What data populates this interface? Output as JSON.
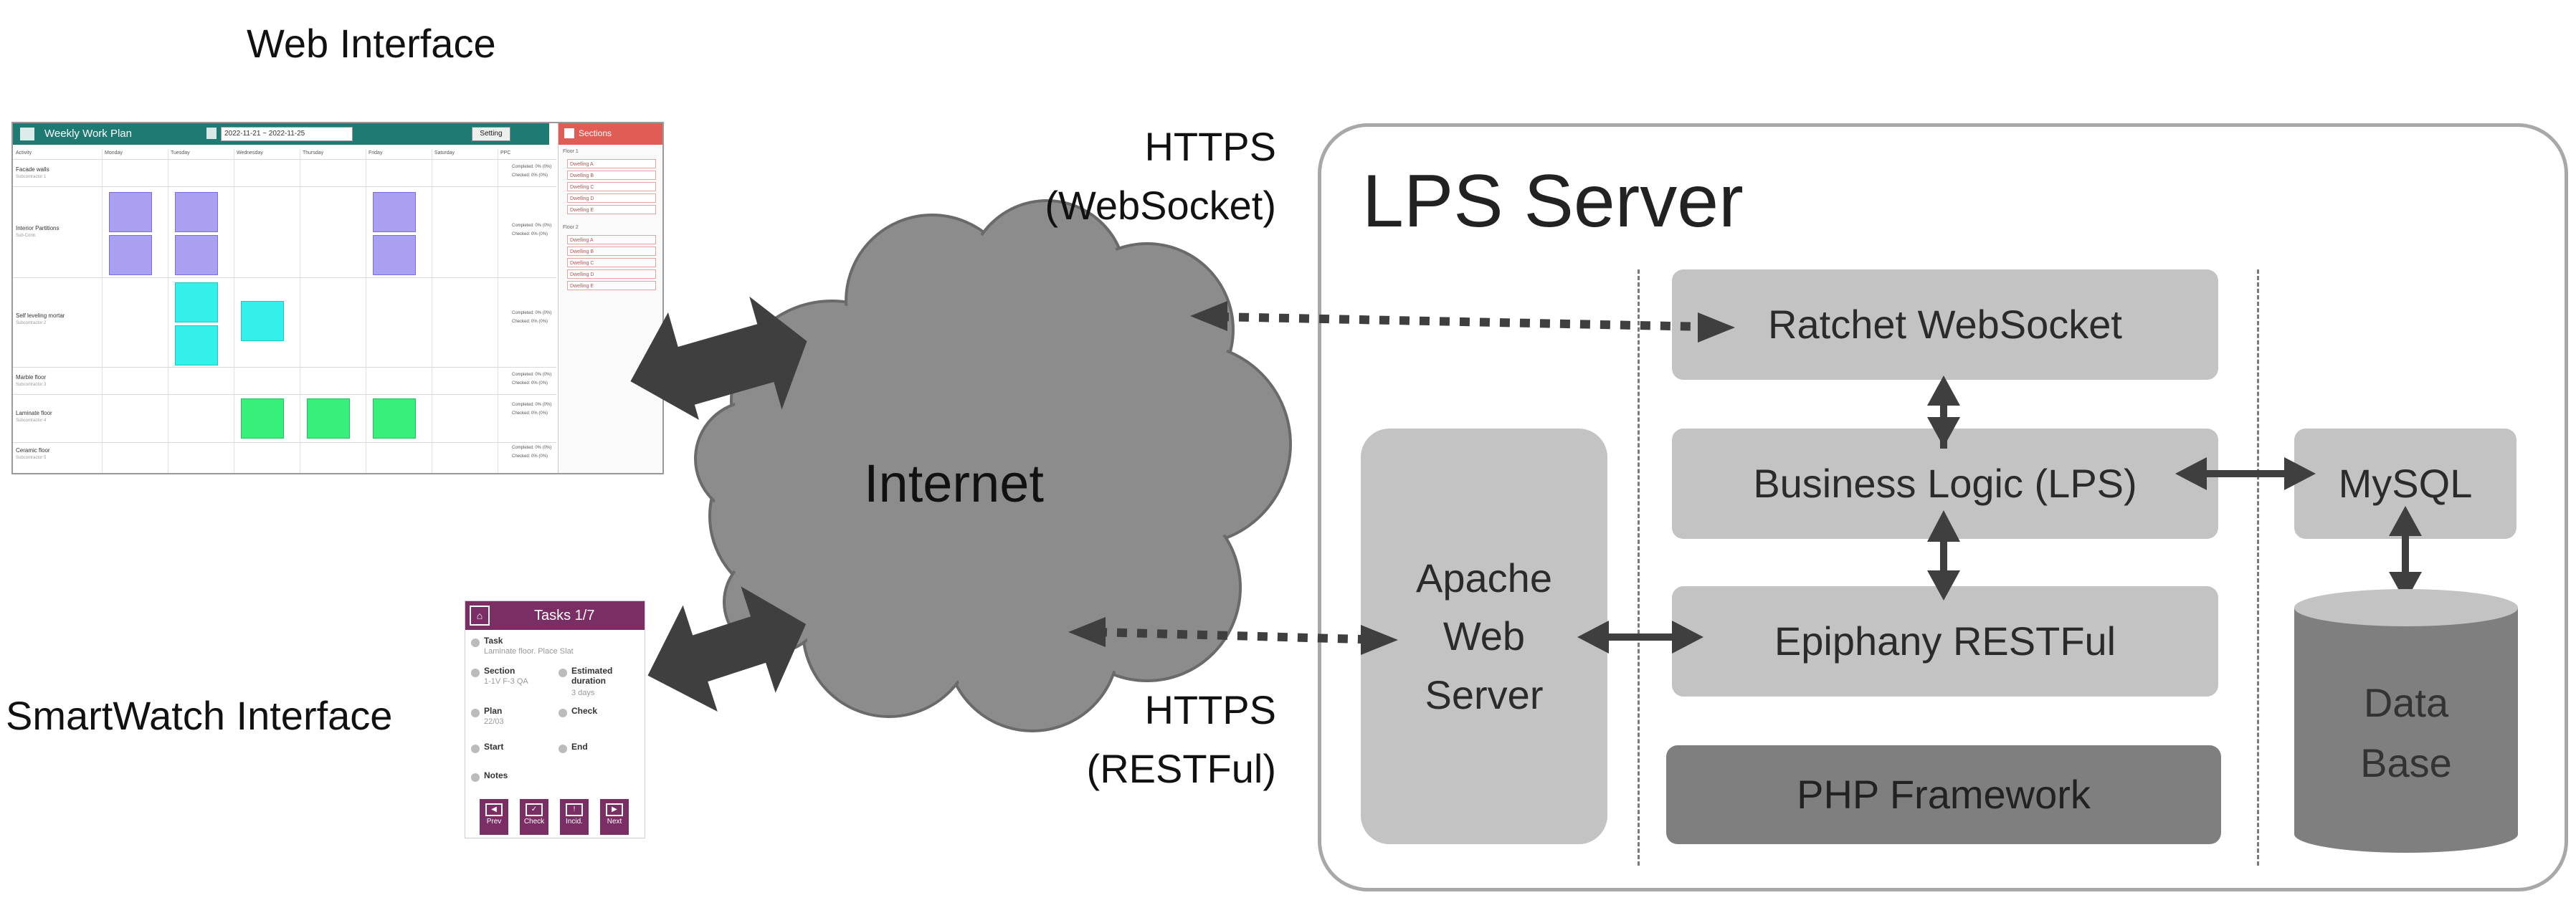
{
  "web_interface": {
    "caption": "Web Interface",
    "app_title": "Weekly Work Plan",
    "date_range": "2022-11-21 ~ 2022-11-25",
    "button_label": "Setting",
    "side_panel_title": "Sections",
    "columns": [
      "Activity",
      "Monday",
      "Tuesday",
      "Wednesday",
      "Thursday",
      "Friday",
      "Saturday",
      "PPC"
    ],
    "rows": [
      {
        "name": "Facade walls",
        "sub": "Subcontractor 1",
        "stats": [
          "Completed: 0% (0%)",
          "Checked: 0% (0%)"
        ]
      },
      {
        "name": "Interior Partitions",
        "sub": "Sub-Contr.",
        "stats": [
          "Completed: 0% (0%)",
          "Checked: 0% (0%)"
        ]
      },
      {
        "name": "Self leveling mortar",
        "sub": "Subcontractor 2",
        "stats": [
          "Completed: 0% (0%)",
          "Checked: 0% (0%)"
        ]
      },
      {
        "name": "Marble floor",
        "sub": "Subcontractor 3",
        "stats": [
          "Completed: 0% (0%)",
          "Checked: 0% (0%)"
        ]
      },
      {
        "name": "Laminate floor",
        "sub": "Subcontractor 4",
        "stats": [
          "Completed: 0% (0%)",
          "Checked: 0% (0%)"
        ]
      },
      {
        "name": "Ceramic floor",
        "sub": "Subcontractor 5",
        "stats": [
          "Completed: 0% (0%)",
          "Checked: 0% (0%)"
        ]
      }
    ],
    "side_groups": [
      "Floor 1",
      "Floor 2"
    ],
    "side_items": [
      "Dwelling A",
      "Dwelling B",
      "Dwelling C",
      "Dwelling D",
      "Dwelling E"
    ]
  },
  "watch_interface": {
    "caption": "SmartWatch Interface",
    "title": "Tasks 1/7",
    "fields": {
      "task_label": "Task",
      "task_value": "Laminate floor. Place Slat",
      "section_label": "Section",
      "section_value": "1-1V F-3 QA",
      "duration_label": "Estimated duration",
      "duration_value": "3 days",
      "plan_label": "Plan",
      "plan_value": "22/03",
      "check_label": "Check",
      "start_label": "Start",
      "end_label": "End",
      "notes_label": "Notes"
    },
    "buttons": [
      {
        "label": "Prev",
        "icon": "chevron-left-icon"
      },
      {
        "label": "Check",
        "icon": "check-icon"
      },
      {
        "label": "Incid.",
        "icon": "warning-icon"
      },
      {
        "label": "Next",
        "icon": "chevron-right-icon"
      }
    ],
    "accent": "#7a2e63"
  },
  "network": {
    "cloud_label": "Internet",
    "https_websocket": [
      "HTTPS",
      "(WebSocket)"
    ],
    "https_restful": [
      "HTTPS",
      "(RESTFul)"
    ]
  },
  "server": {
    "title": "LPS Server",
    "apache": [
      "Apache",
      "Web",
      "Server"
    ],
    "ratchet": "Ratchet WebSocket",
    "business": "Business Logic (LPS)",
    "epiphany": "Epiphany RESTFul",
    "php": "PHP Framework",
    "mysql": "MySQL",
    "database": [
      "Data",
      "Base"
    ]
  },
  "colors": {
    "box": "#c3c3c3",
    "dark_box": "#7f7f7f",
    "cloud": "#8c8c8c",
    "arrow": "#3f3f3f",
    "web_header": "#1e7b74",
    "sections_header": "#e25c56"
  }
}
